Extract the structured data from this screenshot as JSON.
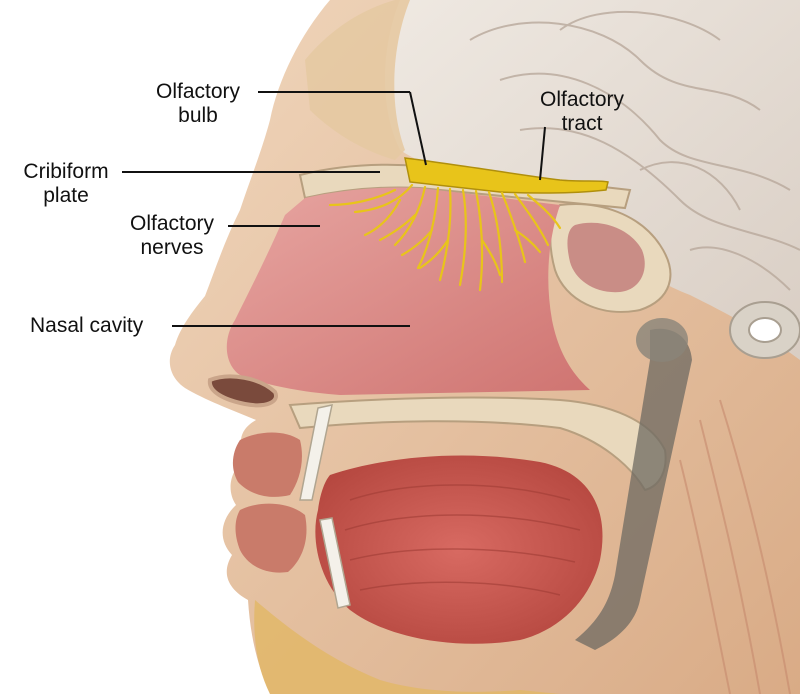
{
  "labels": {
    "olfactory_bulb": [
      "Olfactory",
      "bulb"
    ],
    "olfactory_tract": [
      "Olfactory",
      "tract"
    ],
    "cribiform_plate": [
      "Cribiform",
      "plate"
    ],
    "olfactory_nerves": [
      "Olfactory",
      "nerves"
    ],
    "nasal_cavity": "Nasal cavity"
  },
  "colors": {
    "skin": "#e8c6a3",
    "muscle": "#c9605a",
    "cavity": "#d98a88",
    "bone": "#e9d9bd",
    "nerve": "#e8c41a",
    "brain": "#e7dfd6"
  }
}
